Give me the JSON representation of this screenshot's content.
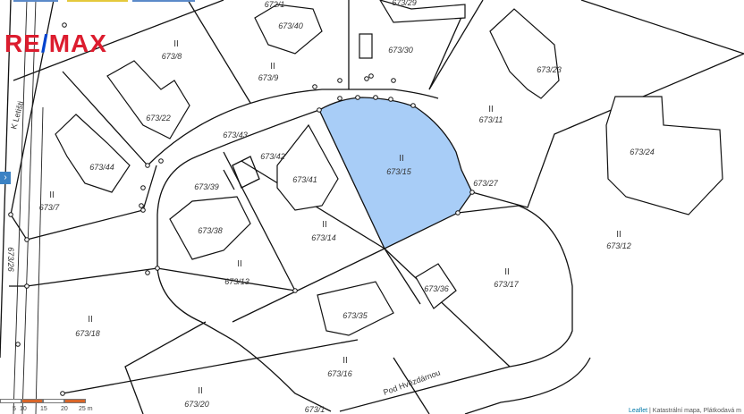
{
  "brand": {
    "logo_text_a": "RE",
    "logo_slash": "/",
    "logo_text_b": "MAX"
  },
  "highlight_color": "#a8cdf7",
  "parcels": [
    "672/1",
    "673/8",
    "673/40",
    "673/29",
    "673/30",
    "673/23",
    "673/9",
    "673/22",
    "673/11",
    "673/43",
    "673/42",
    "673/44",
    "673/41",
    "673/15",
    "673/24",
    "673/39",
    "673/27",
    "673/7",
    "673/38",
    "673/14",
    "673/12",
    "673/13",
    "673/36",
    "673/17",
    "673/35",
    "673/18",
    "673/16",
    "673/20",
    "673/26",
    "673/1"
  ],
  "class_mark": "II",
  "streets": {
    "k_letisti": "K Letišti",
    "pod_hvezdarnou": "Pod Hvězdárnou"
  },
  "scale": {
    "labels": [
      "5",
      "10",
      "15",
      "20",
      "25 m"
    ]
  },
  "attribution": {
    "link": "Leaflet",
    "text": " | Katastrální mapa, Plátkodavá m"
  },
  "side_tab_icon": "chevron-right-icon"
}
